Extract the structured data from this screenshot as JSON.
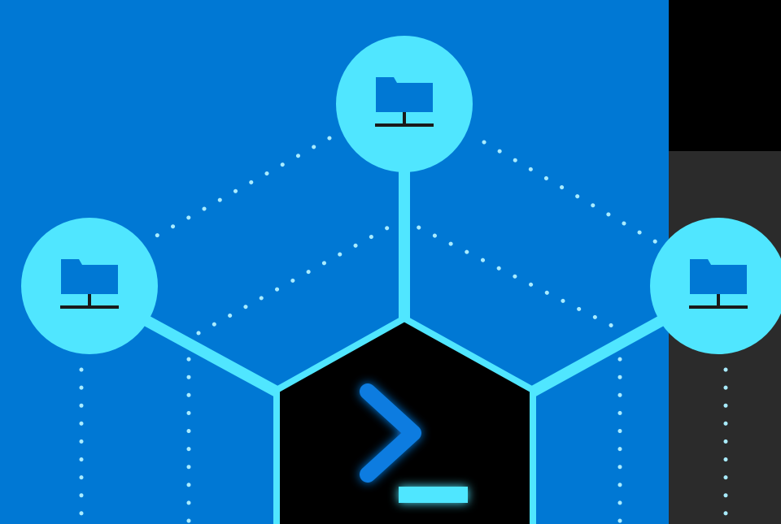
{
  "palette": {
    "background_blue": "#0078d4",
    "panel_black": "#000000",
    "panel_dark_gray": "#2b2b2b",
    "node_cyan": "#50e6ff",
    "icon_blue": "#0078d4",
    "icon_stand": "#1a1a1a",
    "dot_color": "#a9ecff",
    "terminal_black": "#000000",
    "prompt_blue": "#0a7ce0",
    "cursor_cyan": "#50e6ff"
  },
  "illustration": {
    "subject": "network-share-terminal-hub",
    "nodes": [
      {
        "id": "top",
        "icon": "network-folder-icon"
      },
      {
        "id": "left",
        "icon": "network-folder-icon"
      },
      {
        "id": "right",
        "icon": "network-folder-icon"
      }
    ],
    "hub_icon": "terminal-prompt-icon"
  }
}
